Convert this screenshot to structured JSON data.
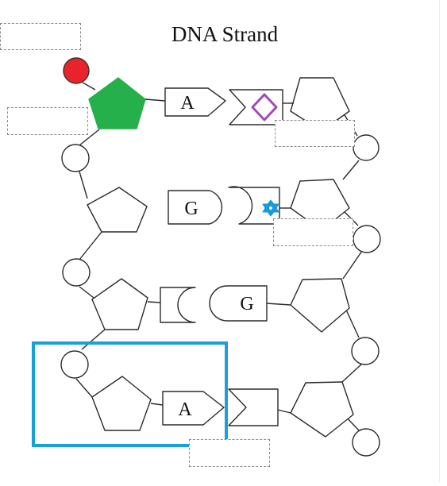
{
  "diagram": {
    "title": "DNA Strand",
    "base_labels": {
      "row1_left": "A",
      "row2_left": "G",
      "row3_right": "G",
      "row4_left": "A"
    }
  },
  "colors": {
    "phosphate_marker": "#e8232a",
    "sugar_marker": "#26b04b",
    "diamond_marker": "#a04bb5",
    "star_marker": "#1a9ad6",
    "highlight_frame": "#1aa0d8"
  }
}
